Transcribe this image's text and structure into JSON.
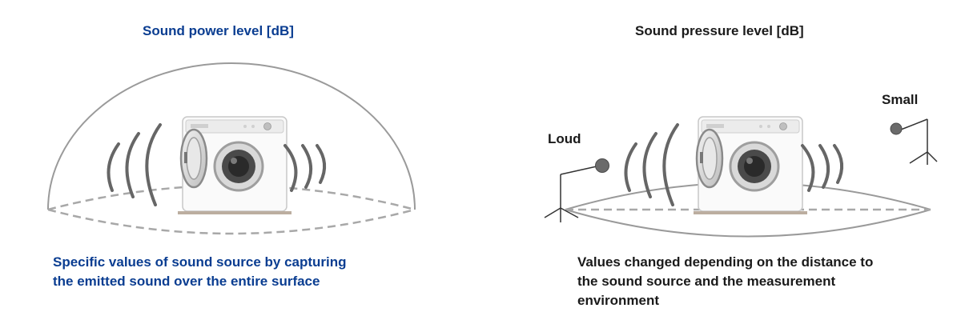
{
  "left_panel": {
    "title": "Sound power level [dB]",
    "description_lines": [
      "Specific values of sound source by capturing",
      "the emitted sound over the entire surface"
    ],
    "title_color": "#0a3d91"
  },
  "right_panel": {
    "title": "Sound pressure level [dB]",
    "description_lines": [
      "Values changed depending on the distance to",
      "the sound source and the measurement",
      "environment"
    ],
    "loud_label": "Loud",
    "small_label": "Small"
  },
  "icons": {
    "device": "washing-machine-icon",
    "sensor": "microphone-stand-icon",
    "waves": "sound-wave-icon"
  }
}
